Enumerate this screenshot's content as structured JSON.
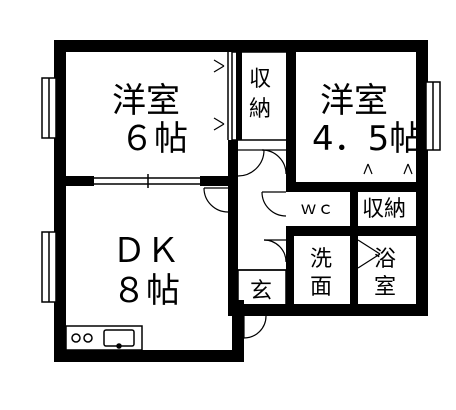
{
  "rooms": {
    "western_a": {
      "name": "洋室",
      "size": "６帖"
    },
    "western_b": {
      "name": "洋室",
      "size": "4．5帖"
    },
    "dk": {
      "name": "ＤＫ",
      "size": "８帖"
    },
    "storage_a": {
      "line1": "収",
      "line2": "納"
    },
    "storage_b": {
      "label": "収納"
    },
    "wc": {
      "label": "ｗｃ"
    },
    "washroom": {
      "line1": "洗",
      "line2": "面"
    },
    "bath": {
      "line1": "浴",
      "line2": "室"
    },
    "entrance": {
      "label": "玄"
    }
  }
}
